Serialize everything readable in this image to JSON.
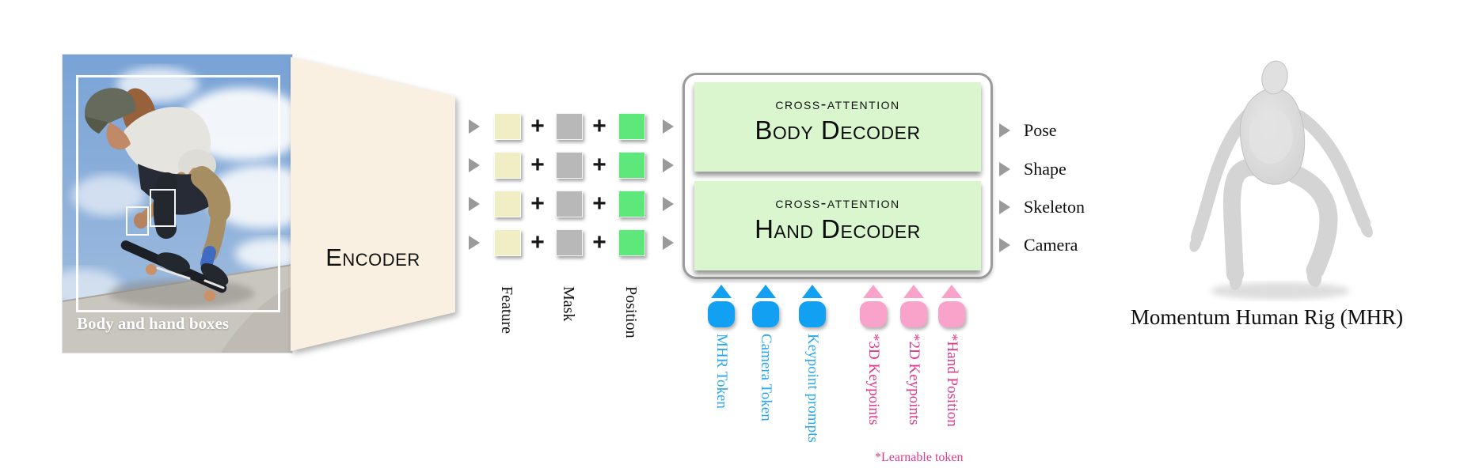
{
  "input": {
    "caption": "Body and hand boxes"
  },
  "encoder": {
    "label": "Encoder"
  },
  "tokens": {
    "plus": "+",
    "legend": [
      "Feature",
      "Mask",
      "Position"
    ],
    "colors": {
      "feature": "#f1eec6",
      "mask": "#b8b8b8",
      "position": "#5ee87c"
    }
  },
  "decoder": {
    "blocks": [
      {
        "subtitle": "cross-attention",
        "title": "Body Decoder"
      },
      {
        "subtitle": "cross-attention",
        "title": "Hand Decoder"
      }
    ]
  },
  "outputs": {
    "labels": [
      "Pose",
      "Shape",
      "Skeleton",
      "Camera"
    ]
  },
  "prompts": {
    "blue_labels": [
      "MHR Token",
      "Camera Token",
      "Keypoint prompts"
    ],
    "pink_labels": [
      "*3D Keypoints",
      "*2D Keypoints",
      "*Hand Position"
    ],
    "footnote": "*Learnable token",
    "colors": {
      "token_blue": "#12a1f2",
      "token_pink": "#f9a2ca",
      "text_blue": "#2aa7f1",
      "text_pink": "#e0398c"
    }
  },
  "mesh": {
    "caption": "Momentum Human Rig (MHR)"
  }
}
